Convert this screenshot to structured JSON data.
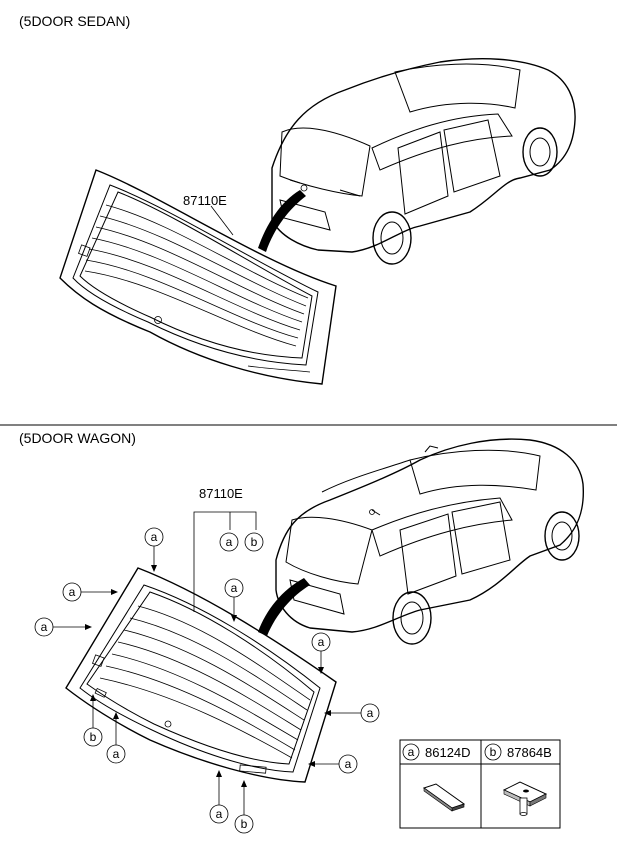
{
  "sedan": {
    "title": "(5DOOR SEDAN)",
    "part_number": "87110E"
  },
  "wagon": {
    "title": "(5DOOR WAGON)",
    "part_number": "87110E"
  },
  "callouts": {
    "a": "a",
    "b": "b"
  },
  "legend": {
    "a_letter": "a",
    "a_part": "86124D",
    "b_letter": "b",
    "b_part": "87864B"
  }
}
